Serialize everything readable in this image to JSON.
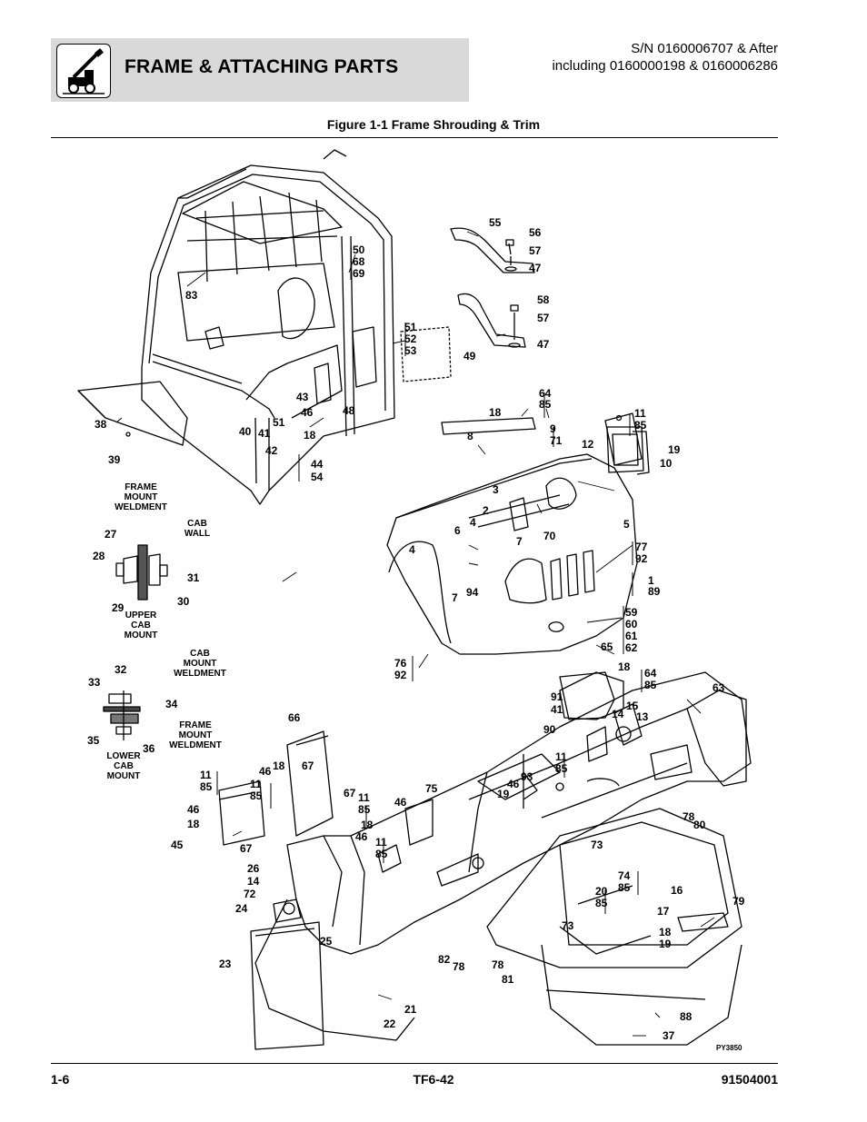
{
  "header": {
    "title": "FRAME & ATTACHING PARTS",
    "serial_line1": "S/N 0160006707 & After",
    "serial_line2": "including 0160000198 & 0160006286"
  },
  "figure": {
    "caption": "Figure 1-1 Frame Shrouding & Trim",
    "code": "PY3850"
  },
  "notes": {
    "frame_mount_weldment": [
      "FRAME",
      "MOUNT",
      "WELDMENT"
    ],
    "cab_wall": [
      "CAB",
      "WALL"
    ],
    "upper_cab_mount": [
      "UPPER",
      "CAB",
      "MOUNT"
    ],
    "cab_mount_weldment": [
      "CAB",
      "MOUNT",
      "WELDMENT"
    ],
    "frame_mount_weldment_2": [
      "FRAME",
      "MOUNT",
      "WELDMENT"
    ],
    "lower_cab_mount": [
      "LOWER",
      "CAB",
      "MOUNT"
    ]
  },
  "callouts": {
    "c38": "38",
    "c39": "39",
    "c83": "83",
    "c50": "50",
    "c68": "68",
    "c69": "69",
    "c51": "51",
    "c52": "52",
    "c53": "53",
    "c43": "43",
    "c46": "46",
    "c48": "48",
    "c40": "40",
    "c41": "41",
    "c51b": "51",
    "c18": "18",
    "c42": "42",
    "c44": "44",
    "c54": "54",
    "c55": "55",
    "c56": "56",
    "c57": "57",
    "c47": "47",
    "c58": "58",
    "c57b": "57",
    "c49": "49",
    "c47b": "47",
    "c64": "64",
    "c85": "85",
    "c18b": "18",
    "c9": "9",
    "c71": "71",
    "c8": "8",
    "c11": "11",
    "c85b": "85",
    "c19": "19",
    "c12": "12",
    "c10": "10",
    "c3": "3",
    "c2": "2",
    "c4": "4",
    "c6": "6",
    "c7": "7",
    "c70": "70",
    "c5": "5",
    "c4b": "4",
    "c7b": "7",
    "c94": "94",
    "c77": "77",
    "c92": "92",
    "c1": "1",
    "c89": "89",
    "c59": "59",
    "c60": "60",
    "c61": "61",
    "c62": "62",
    "c76": "76",
    "c92b": "92",
    "c27": "27",
    "c28": "28",
    "c31": "31",
    "c29": "29",
    "c30": "30",
    "c32": "32",
    "c33": "33",
    "c34": "34",
    "c35": "35",
    "c36": "36",
    "c65": "65",
    "c18c": "18",
    "c64b": "64",
    "c85c": "85",
    "c63": "63",
    "c91": "91",
    "c41b": "41",
    "c15": "15",
    "c14": "14",
    "c13": "13",
    "c90": "90",
    "c66": "66",
    "c46b": "46",
    "c18d": "18",
    "c67": "67",
    "c11b": "11",
    "c85d": "85",
    "c11c": "11",
    "c85e": "85",
    "c46c": "46",
    "c18e": "18",
    "c45": "45",
    "c67b": "67",
    "c67c": "67",
    "c11d": "11",
    "c85f": "85",
    "c46d": "46",
    "c75": "75",
    "c18f": "18",
    "c46e": "46",
    "c11e": "11",
    "c85g": "85",
    "c11f": "11",
    "c85h": "85",
    "c93": "93",
    "c46f": "46",
    "c19b": "19",
    "c78": "78",
    "c80": "80",
    "c73": "73",
    "c74": "74",
    "c85i": "85",
    "c16": "16",
    "c20": "20",
    "c85j": "85",
    "c17": "17",
    "c79": "79",
    "c73b": "73",
    "c18g": "18",
    "c19c": "19",
    "c26": "26",
    "c14b": "14",
    "c72": "72",
    "c24": "24",
    "c25": "25",
    "c23": "23",
    "c82": "82",
    "c78b": "78",
    "c78c": "78",
    "c81": "81",
    "c21": "21",
    "c22": "22",
    "c88": "88",
    "c37": "37"
  },
  "footer": {
    "page": "1-6",
    "model": "TF6-42",
    "part_no": "91504001"
  }
}
